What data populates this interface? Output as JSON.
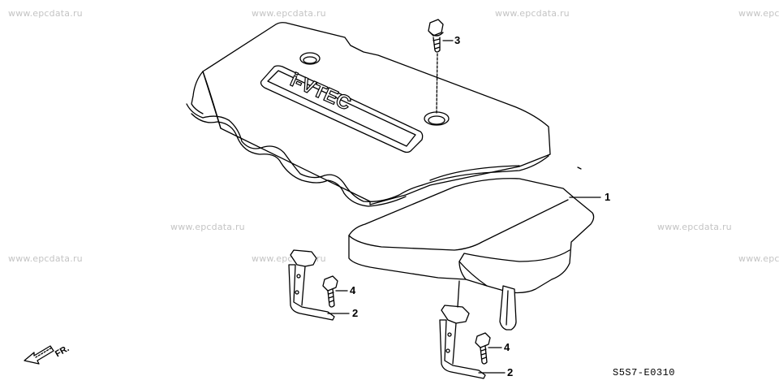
{
  "watermark": "www.epcdata.ru",
  "watermark_partial": "www.epc",
  "diagram_code": "S5S7-E0310",
  "front_marker": "FR.",
  "logo_text": "i-VTEC",
  "callouts": {
    "c1": "1",
    "c2a": "2",
    "c2b": "2",
    "c3": "3",
    "c4a": "4",
    "c4b": "4"
  }
}
